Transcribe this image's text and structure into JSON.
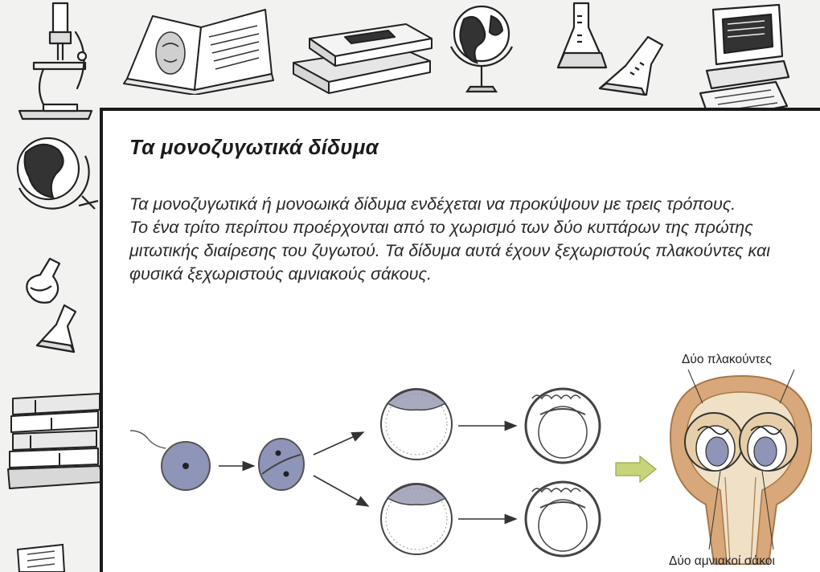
{
  "heading": "Τα μονοζυγωτικά δίδυμα",
  "paragraphs": [
    "Τα μονοζυγωτικά ή μονοωικά δίδυμα ενδέχεται να προκύψουν με τρεις τρόπους.",
    "Το ένα τρίτο περίπου προέρχονται από το χωρισμό των δύο κυττάρων της πρώτης μιτωτικής διαίρεσης του ζυγωτού. Τα δίδυμα αυτά έχουν ξεχωριστούς πλακούντες και φυσικά ξεχωριστούς αμνιακούς σάκους."
  ],
  "figure": {
    "label_placentas": "Δύο πλακούντες",
    "label_sacs": "Δύο αμνιακοί σάκοι"
  },
  "decoration_icons": [
    "microscope-icon",
    "open-book-icon",
    "stacked-books-icon",
    "globe-icon",
    "flask-icon",
    "conical-flask-icon",
    "computer-icon"
  ],
  "colors": {
    "frame_border": "#1a1a1a",
    "cell_fill": "#8f95b8",
    "placenta_fill": "#d9a87a",
    "arrow_fill": "#c8d47a"
  }
}
